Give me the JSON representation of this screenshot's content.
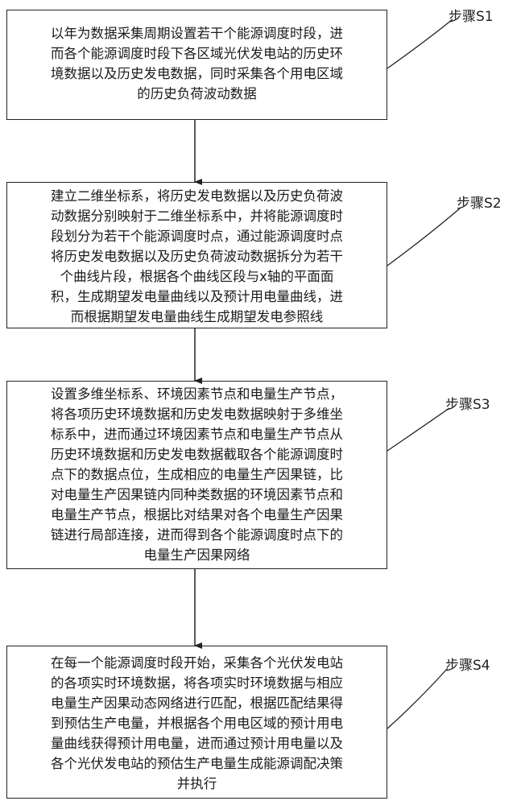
{
  "steps": [
    {
      "label": "步骤S1",
      "lines": [
        "以年为数据采集周期设置若干个能源调度时段，进",
        "而各个能源调度时段下各区域光伏发电站的历史环",
        "境数据以及历史发电数据，同时采集各个用电区域",
        "的历史负荷波动数据"
      ]
    },
    {
      "label": "步骤S2",
      "lines": [
        "建立二维坐标系，将历史发电数据以及历史负荷波",
        "动数据分别映射于二维坐标系中，并将能源调度时",
        "段划分为若干个能源调度时点，通过能源调度时点",
        "将历史发电数据以及历史负荷波动数据拆分为若干",
        "个曲线片段，根据各个曲线区段与x轴的平面面",
        "积，生成期望发电量曲线以及预计用电量曲线，进",
        "而根据期望发电量曲线生成期望发电参照线"
      ]
    },
    {
      "label": "步骤S3",
      "lines": [
        "设置多维坐标系、环境因素节点和电量生产节点，",
        "将各项历史环境数据和历史发电数据映射于多维坐",
        "标系中，进而通过环境因素节点和电量生产节点从",
        "历史环境数据和历史发电数据截取各个能源调度时",
        "点下的数据点位，生成相应的电量生产因果链，比",
        "对电量生产因果链内同种类数据的环境因素节点和",
        "电量生产节点，根据比对结果对各个电量生产因果",
        "链进行局部连接，进而得到各个能源调度时点下的",
        "电量生产因果网络"
      ]
    },
    {
      "label": "步骤S4",
      "lines": [
        "在每一个能源调度时段开始，采集各个光伏发电站",
        "的各项实时环境数据，将各项实时环境数据与相应",
        "电量生产因果动态网络进行匹配，根据匹配结果得",
        "到预估生产电量，并根据各个用电区域的预计用电",
        "量曲线获得预计用电量，进而通过预计用电量以及",
        "各个光伏发电站的预估生产电量生成能源调配决策",
        "并执行"
      ]
    }
  ]
}
